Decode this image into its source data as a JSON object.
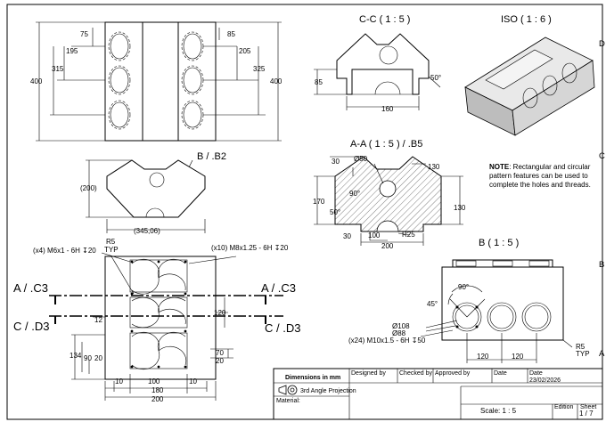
{
  "views": {
    "front": {
      "dims_left": [
        "75",
        "195",
        "315",
        "400"
      ],
      "dims_right": [
        "85",
        "205",
        "325",
        "400"
      ]
    },
    "section_cc": {
      "title": "C-C ( 1 : 5 )",
      "dims": [
        "85",
        "160",
        "50°"
      ]
    },
    "iso": {
      "title": "ISO ( 1 : 6 )"
    },
    "view_b_ref": {
      "label": "B / .B2",
      "dims": [
        "(200)",
        "(345,06)"
      ]
    },
    "section_aa": {
      "title": "A-A ( 1 : 5 ) / .B5",
      "dims": [
        "30",
        "Ø50",
        "130",
        "90°",
        "170",
        "50°",
        "130",
        "30",
        "100",
        "R25",
        "200"
      ]
    },
    "note": {
      "label": "NOTE",
      "lines": [
        ": Rectangular and circular",
        "pattern features can be used to",
        "complete the holes and threads."
      ]
    },
    "detail_b": {
      "title": "B ( 1 : 5 )",
      "dims": [
        "90°",
        "45°",
        "Ø108",
        "Ø88",
        "(x24) M10x1.5 - 6H ↧50",
        "R5",
        "TYP",
        "120",
        "120"
      ]
    },
    "plan": {
      "dims": [
        "R5",
        "TYP",
        "(x4) M6x1 - 6H ↧20",
        "(x10) M8x1.25 - 6H ↧20",
        "12",
        "120",
        "134",
        "90",
        "20",
        "70",
        "20",
        "10",
        "100",
        "10",
        "180",
        "200"
      ]
    },
    "cut_labels": [
      "A / .C3",
      "A / .C3",
      "C / .D3",
      "C / .D3"
    ]
  },
  "border_zones": [
    "D",
    "C",
    "B",
    "A"
  ],
  "title_block": {
    "dimensions_note": "Dimensions in mm",
    "projection": "3rd Angle Projection",
    "material_label": "Material:",
    "designed_by": "Designed by",
    "checked_by": "Checked by",
    "approved_by": "Approved by",
    "date_label": "Date",
    "date_value": "23/02/2026",
    "date_label2": "Date",
    "scale": "Scale: 1 : 5",
    "edition_label": "Edition",
    "sheet_label": "Sheet",
    "sheet_value": "1 / 7"
  },
  "colors": {
    "line": "#000000",
    "iso_face": "#cfcfcf"
  }
}
